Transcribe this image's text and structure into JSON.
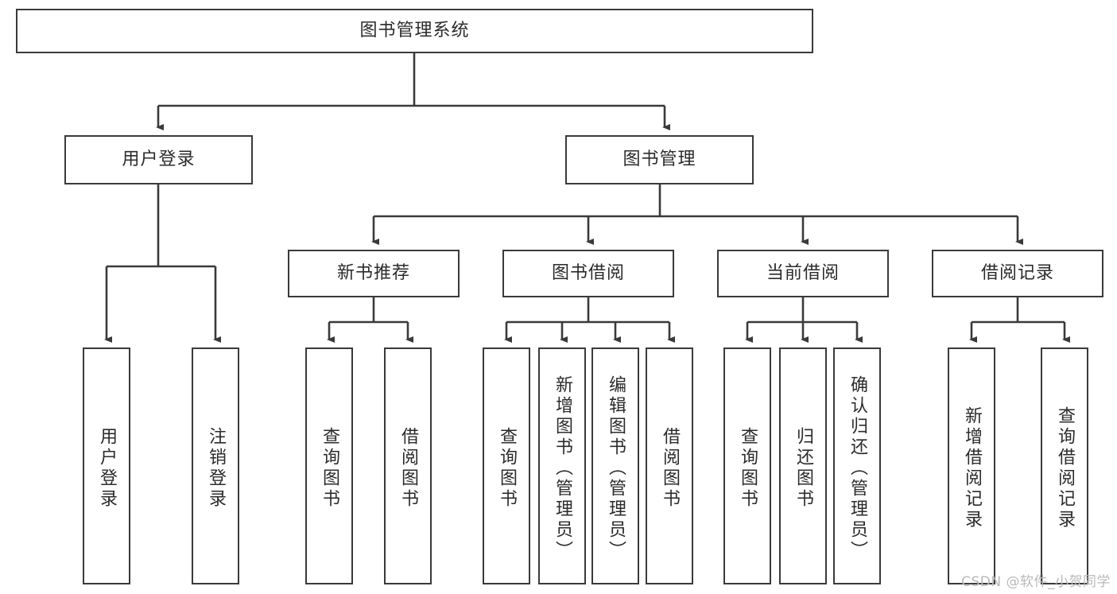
{
  "diagram": {
    "title": "图书管理系统",
    "root": {
      "label": "图书管理系统"
    },
    "level1": [
      {
        "label": "用户登录"
      },
      {
        "label": "图书管理"
      }
    ],
    "level2": [
      {
        "label": "新书推荐"
      },
      {
        "label": "图书借阅"
      },
      {
        "label": "当前借阅"
      },
      {
        "label": "借阅记录"
      }
    ],
    "leaves": [
      {
        "label": "用户登录",
        "parent": "用户登录"
      },
      {
        "label": "注销登录",
        "parent": "用户登录"
      },
      {
        "label": "查询图书",
        "parent": "新书推荐"
      },
      {
        "label": "借阅图书",
        "parent": "新书推荐"
      },
      {
        "label": "查询图书",
        "parent": "图书借阅"
      },
      {
        "label": "新增图书（管理员）",
        "parent": "图书借阅"
      },
      {
        "label": "编辑图书（管理员）",
        "parent": "图书借阅"
      },
      {
        "label": "借阅图书",
        "parent": "图书借阅"
      },
      {
        "label": "查询图书",
        "parent": "当前借阅"
      },
      {
        "label": "归还图书",
        "parent": "当前借阅"
      },
      {
        "label": "确认归还（管理员）",
        "parent": "当前借阅"
      },
      {
        "label": "新增借阅记录",
        "parent": "借阅记录"
      },
      {
        "label": "查询借阅记录",
        "parent": "借阅记录"
      }
    ]
  },
  "watermark": {
    "text": "CSDN @软件_小贺同学"
  },
  "colors": {
    "stroke": "#3a3a3a",
    "text": "#2b2b2b",
    "background": "#ffffff",
    "watermark": "#b9b9b9"
  }
}
